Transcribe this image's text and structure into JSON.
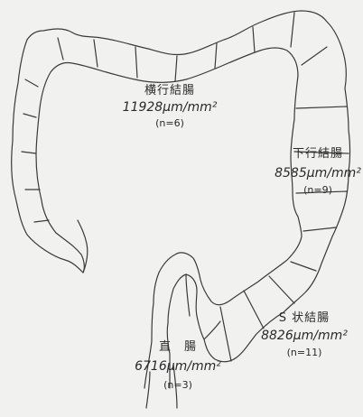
{
  "labels": {
    "transverse": {
      "name": "横行結腸",
      "value": "11928μm/mm²",
      "n": "(n=6)"
    },
    "descending": {
      "name": "下行結腸",
      "value": "8585μm/mm²",
      "n": "(n=9)"
    },
    "sigmoid": {
      "name": "S 状結腸",
      "value": "8826μm/mm²",
      "n": "(n=11)"
    },
    "rectum": {
      "name": "直　腸",
      "value": "6716μm/mm²",
      "n": "(n=3)"
    }
  }
}
